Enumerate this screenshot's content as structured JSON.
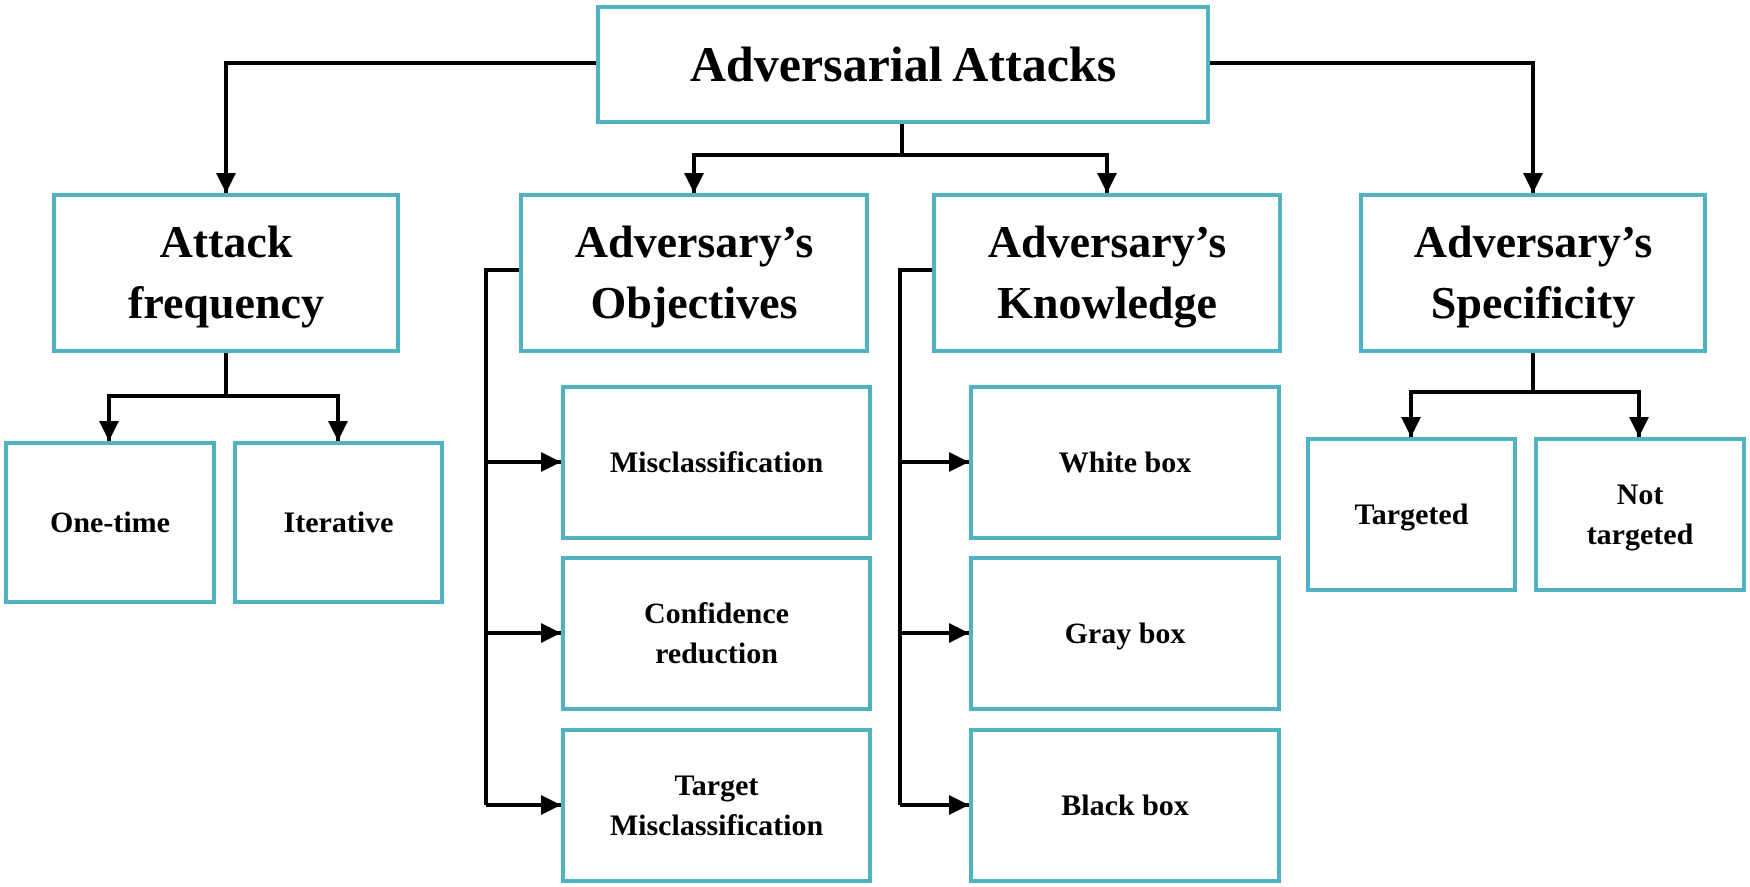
{
  "diagram": {
    "root": "Adversarial Attacks",
    "categories": {
      "frequency": "Attack\nfrequency",
      "objectives": "Adversary’s\nObjectives",
      "knowledge": "Adversary’s\nKnowledge",
      "specificity": "Adversary’s\nSpecificity"
    },
    "leaves": {
      "frequency": [
        "One-time",
        "Iterative"
      ],
      "objectives": [
        "Misclassification",
        "Confidence\nreduction",
        "Target\nMisclassification"
      ],
      "knowledge": [
        "White box",
        "Gray box",
        "Black box"
      ],
      "specificity": [
        "Targeted",
        "Not\ntargeted"
      ]
    }
  },
  "colors": {
    "box_border": "#4fb3c1",
    "connector": "#000000",
    "text": "#000000"
  }
}
